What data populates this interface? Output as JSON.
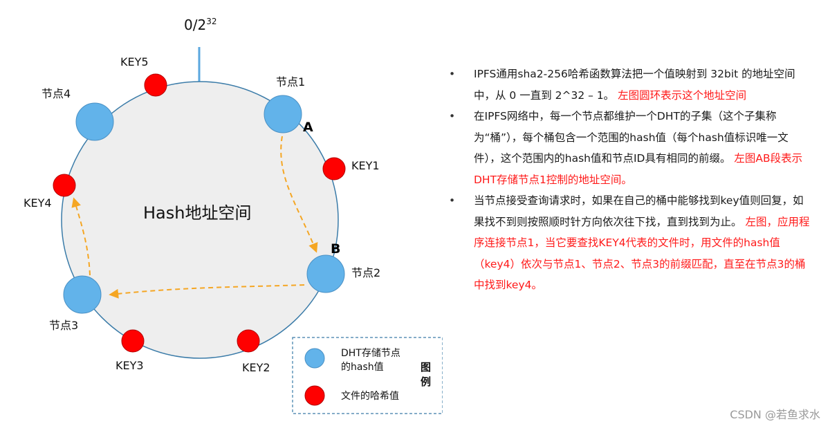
{
  "diagram": {
    "top_label_base": "0/2",
    "top_label_exp": "32",
    "center_label": "Hash地址空间",
    "nodes": [
      {
        "label": "节点1"
      },
      {
        "label": "节点2"
      },
      {
        "label": "节点3"
      },
      {
        "label": "节点4"
      }
    ],
    "keys": [
      {
        "label": "KEY1"
      },
      {
        "label": "KEY2"
      },
      {
        "label": "KEY3"
      },
      {
        "label": "KEY4"
      },
      {
        "label": "KEY5"
      }
    ],
    "marker_a": "A",
    "marker_b": "B",
    "colors": {
      "node": "#62b3ea",
      "key": "#ff0000",
      "ring_fill": "#eeeeee",
      "ring_stroke": "#3a7ba8",
      "arrow": "#f5a623",
      "axis": "#5aa7df",
      "legend_border": "#3a7ba8"
    }
  },
  "legend": {
    "title_line1": "图",
    "title_line2": "例",
    "node_line1": "DHT存储节点",
    "node_line2": "的hash值",
    "key_label": "文件的哈希值"
  },
  "notes": [
    {
      "black": "IPFS通用sha2-256哈希函数算法把一个值映射到 32bit 的地址空间中，从 0 一直到 2^32 – 1。",
      "red": "左图圆环表示这个地址空间"
    },
    {
      "black": "在IPFS网络中，每一个节点都维护一个DHT的子集（这个子集称为“桶”），每个桶包含一个范围的hash值（每个hash值标识唯一文件），这个范围内的hash值和节点ID具有相同的前缀。",
      "red": "左图AB段表示DHT存储节点1控制的地址空间。"
    },
    {
      "black": "当节点接受查询请求时，如果在自己的桶中能够找到key值则回复，如果找不到则按照顺时针方向依次往下找，直到找到为止。",
      "red": "左图，应用程序连接节点1，当它要查找KEY4代表的文件时，用文件的hash值（key4）依次与节点1、节点2、节点3的前缀匹配，直至在节点3的桶中找到key4。"
    }
  ],
  "watermark": "CSDN @若鱼求水"
}
